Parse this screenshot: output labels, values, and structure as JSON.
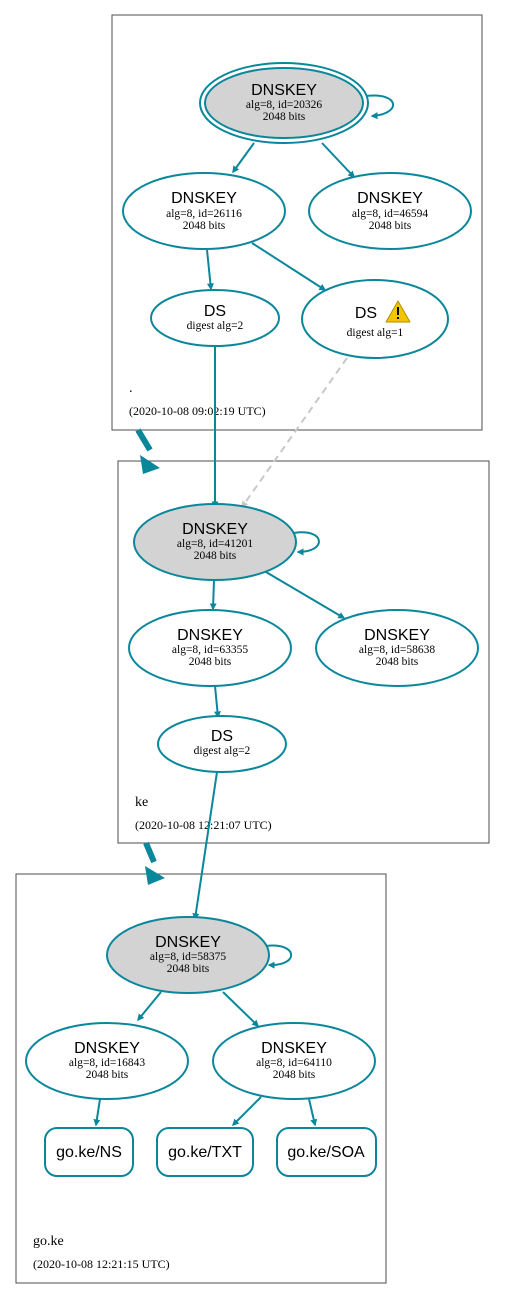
{
  "colors": {
    "edge": "#0a879a",
    "trusted_key_fill": "#d3d3d3",
    "dashed_edge": "#c8c8c8",
    "warning": "#f2c500"
  },
  "zones": {
    "root": {
      "name": ".",
      "timestamp": "(2020-10-08 09:02:19 UTC)"
    },
    "ke": {
      "name": "ke",
      "timestamp": "(2020-10-08 12:21:07 UTC)"
    },
    "goke": {
      "name": "go.ke",
      "timestamp": "(2020-10-08 12:21:15 UTC)"
    }
  },
  "nodes": {
    "root_ksk": {
      "type": "DNSKEY",
      "info": "alg=8, id=20326",
      "bits": "2048 bits"
    },
    "root_zsk1": {
      "type": "DNSKEY",
      "info": "alg=8, id=26116",
      "bits": "2048 bits"
    },
    "root_zsk2": {
      "type": "DNSKEY",
      "info": "alg=8, id=46594",
      "bits": "2048 bits"
    },
    "root_ds1": {
      "type": "DS",
      "info": "digest alg=2"
    },
    "root_ds2": {
      "type": "DS",
      "info": "digest alg=1",
      "icon": "warning-icon"
    },
    "ke_ksk": {
      "type": "DNSKEY",
      "info": "alg=8, id=41201",
      "bits": "2048 bits"
    },
    "ke_zsk1": {
      "type": "DNSKEY",
      "info": "alg=8, id=63355",
      "bits": "2048 bits"
    },
    "ke_zsk2": {
      "type": "DNSKEY",
      "info": "alg=8, id=58638",
      "bits": "2048 bits"
    },
    "ke_ds": {
      "type": "DS",
      "info": "digest alg=2"
    },
    "goke_ksk": {
      "type": "DNSKEY",
      "info": "alg=8, id=58375",
      "bits": "2048 bits"
    },
    "goke_zsk1": {
      "type": "DNSKEY",
      "info": "alg=8, id=16843",
      "bits": "2048 bits"
    },
    "goke_zsk2": {
      "type": "DNSKEY",
      "info": "alg=8, id=64110",
      "bits": "2048 bits"
    }
  },
  "rrsets": {
    "ns": "go.ke/NS",
    "txt": "go.ke/TXT",
    "soa": "go.ke/SOA"
  }
}
